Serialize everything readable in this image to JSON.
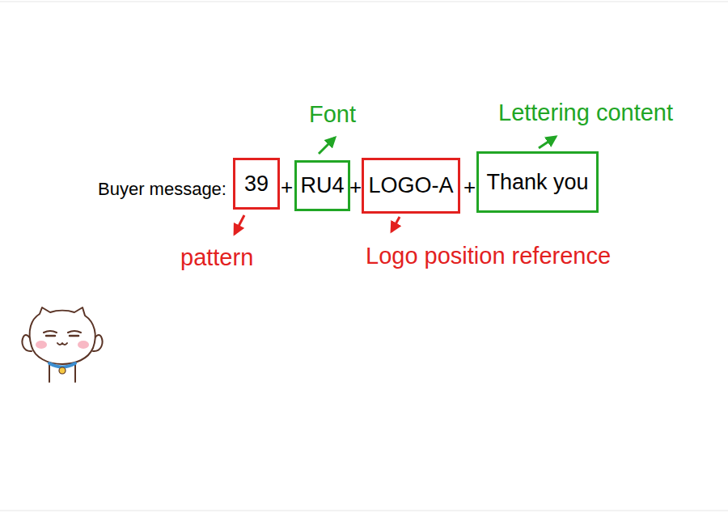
{
  "diagram": {
    "nodes": [
      {
        "text": [
          "39"
        ]
      },
      {
        "text": [
          "RU4"
        ]
      },
      {
        "text": [
          "LOGO-A"
        ]
      },
      {
        "text": [
          "Thank you"
        ]
      }
    ],
    "labels": [
      "Buyer message:",
      "+",
      "+",
      "+",
      "Font",
      "Lettering content",
      "pattern",
      "Logo position reference"
    ]
  }
}
